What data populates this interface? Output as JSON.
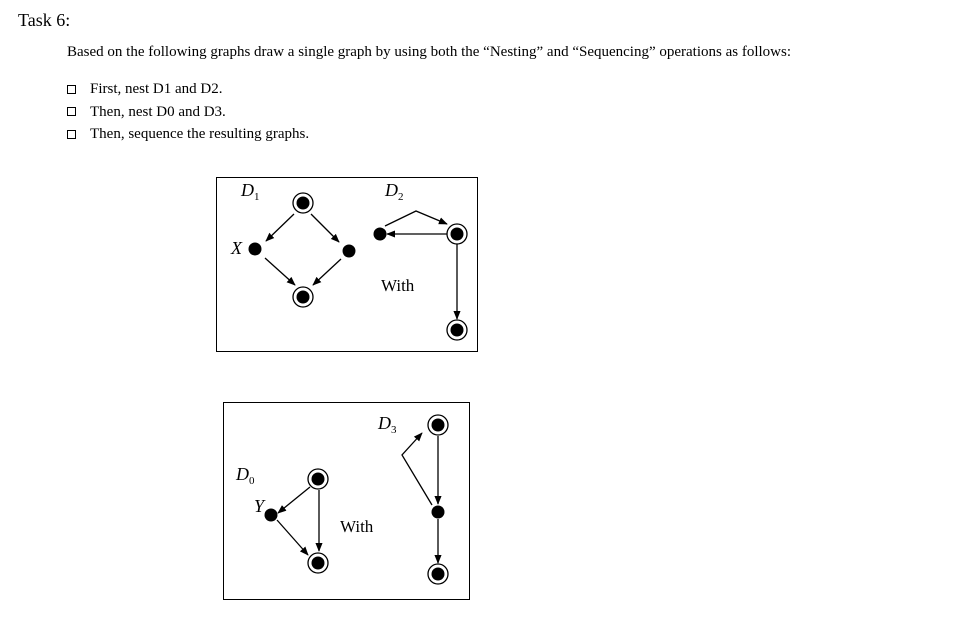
{
  "task_title": "Task 6:",
  "intro": "Based on the following graphs draw a single graph by using both the “Nesting” and “Sequencing” operations as follows:",
  "steps": [
    "First, nest D1 and D2.",
    "Then, nest D0 and D3.",
    "Then, sequence the resulting graphs."
  ],
  "figure1": {
    "d1_letter": "D",
    "d1_sub": "1",
    "d2_letter": "D",
    "d2_sub": "2",
    "x_label": "X",
    "with_label": "With"
  },
  "figure2": {
    "d0_letter": "D",
    "d0_sub": "0",
    "d3_letter": "D",
    "d3_sub": "3",
    "y_label": "Y",
    "with_label": "With"
  }
}
